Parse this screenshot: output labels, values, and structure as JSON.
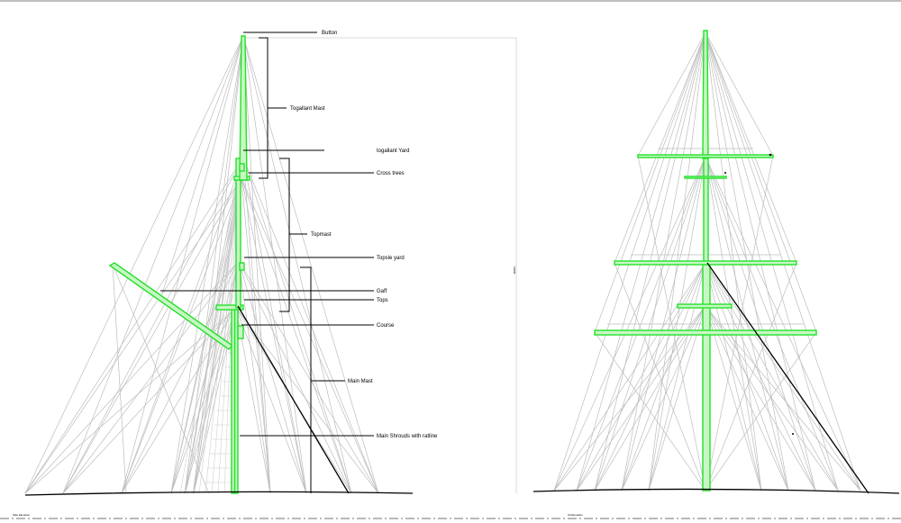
{
  "labels": {
    "button": "Button",
    "topgallant_mast": "Togallant Mast",
    "topgallant_yard": "togallant Yard",
    "cross_trees": "Cross trees",
    "topmast": "Topmast",
    "topsle_yard": "Topsle yard",
    "gaff": "Gaff",
    "tops": "Tops",
    "course": "Course",
    "main_mast": "Main  Mast",
    "main_shrouds": "Main Shrouds with ratline"
  },
  "dimension": {
    "height_text": "18000"
  },
  "view_titles": {
    "side": "Side Elevation",
    "front": "Aft Elevation"
  },
  "colors": {
    "spar": "#22e22a",
    "rigging": "#bdbdbd",
    "ink": "#000000"
  }
}
